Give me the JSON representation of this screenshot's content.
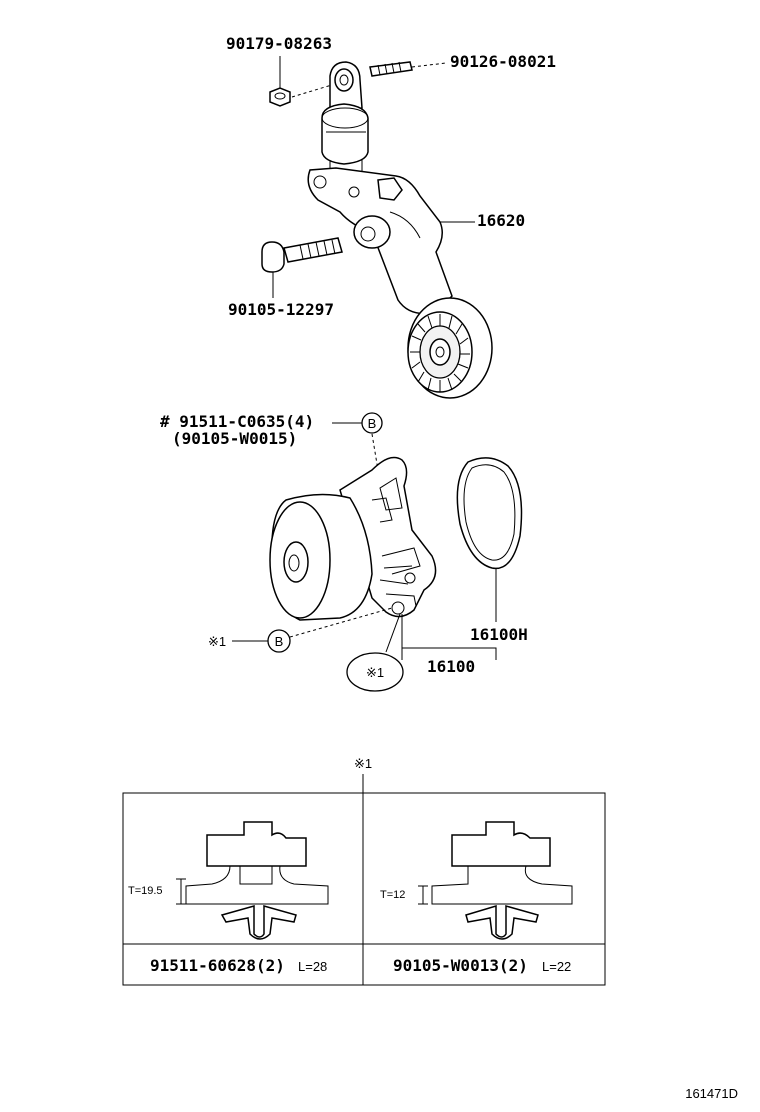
{
  "parts": {
    "nut_top": "90179-08263",
    "stud_top": "90126-08021",
    "tensioner": "16620",
    "bolt_mid": "90105-12297",
    "bolt_b_main": "# 91511-C0635(4)",
    "bolt_b_alt": "(90105-W0015)",
    "gasket": "16100H",
    "water_pump": "16100"
  },
  "callouts": {
    "b_letter": "B",
    "note_ref": "※1"
  },
  "detail_table": {
    "header_ref": "※1",
    "left": {
      "thickness": "T=19.5",
      "part_no": "91511-60628(2)",
      "length": "L=28"
    },
    "right": {
      "thickness": "T=12",
      "part_no": "90105-W0013(2)",
      "length": "L=22"
    }
  },
  "figure_id": "161471D"
}
